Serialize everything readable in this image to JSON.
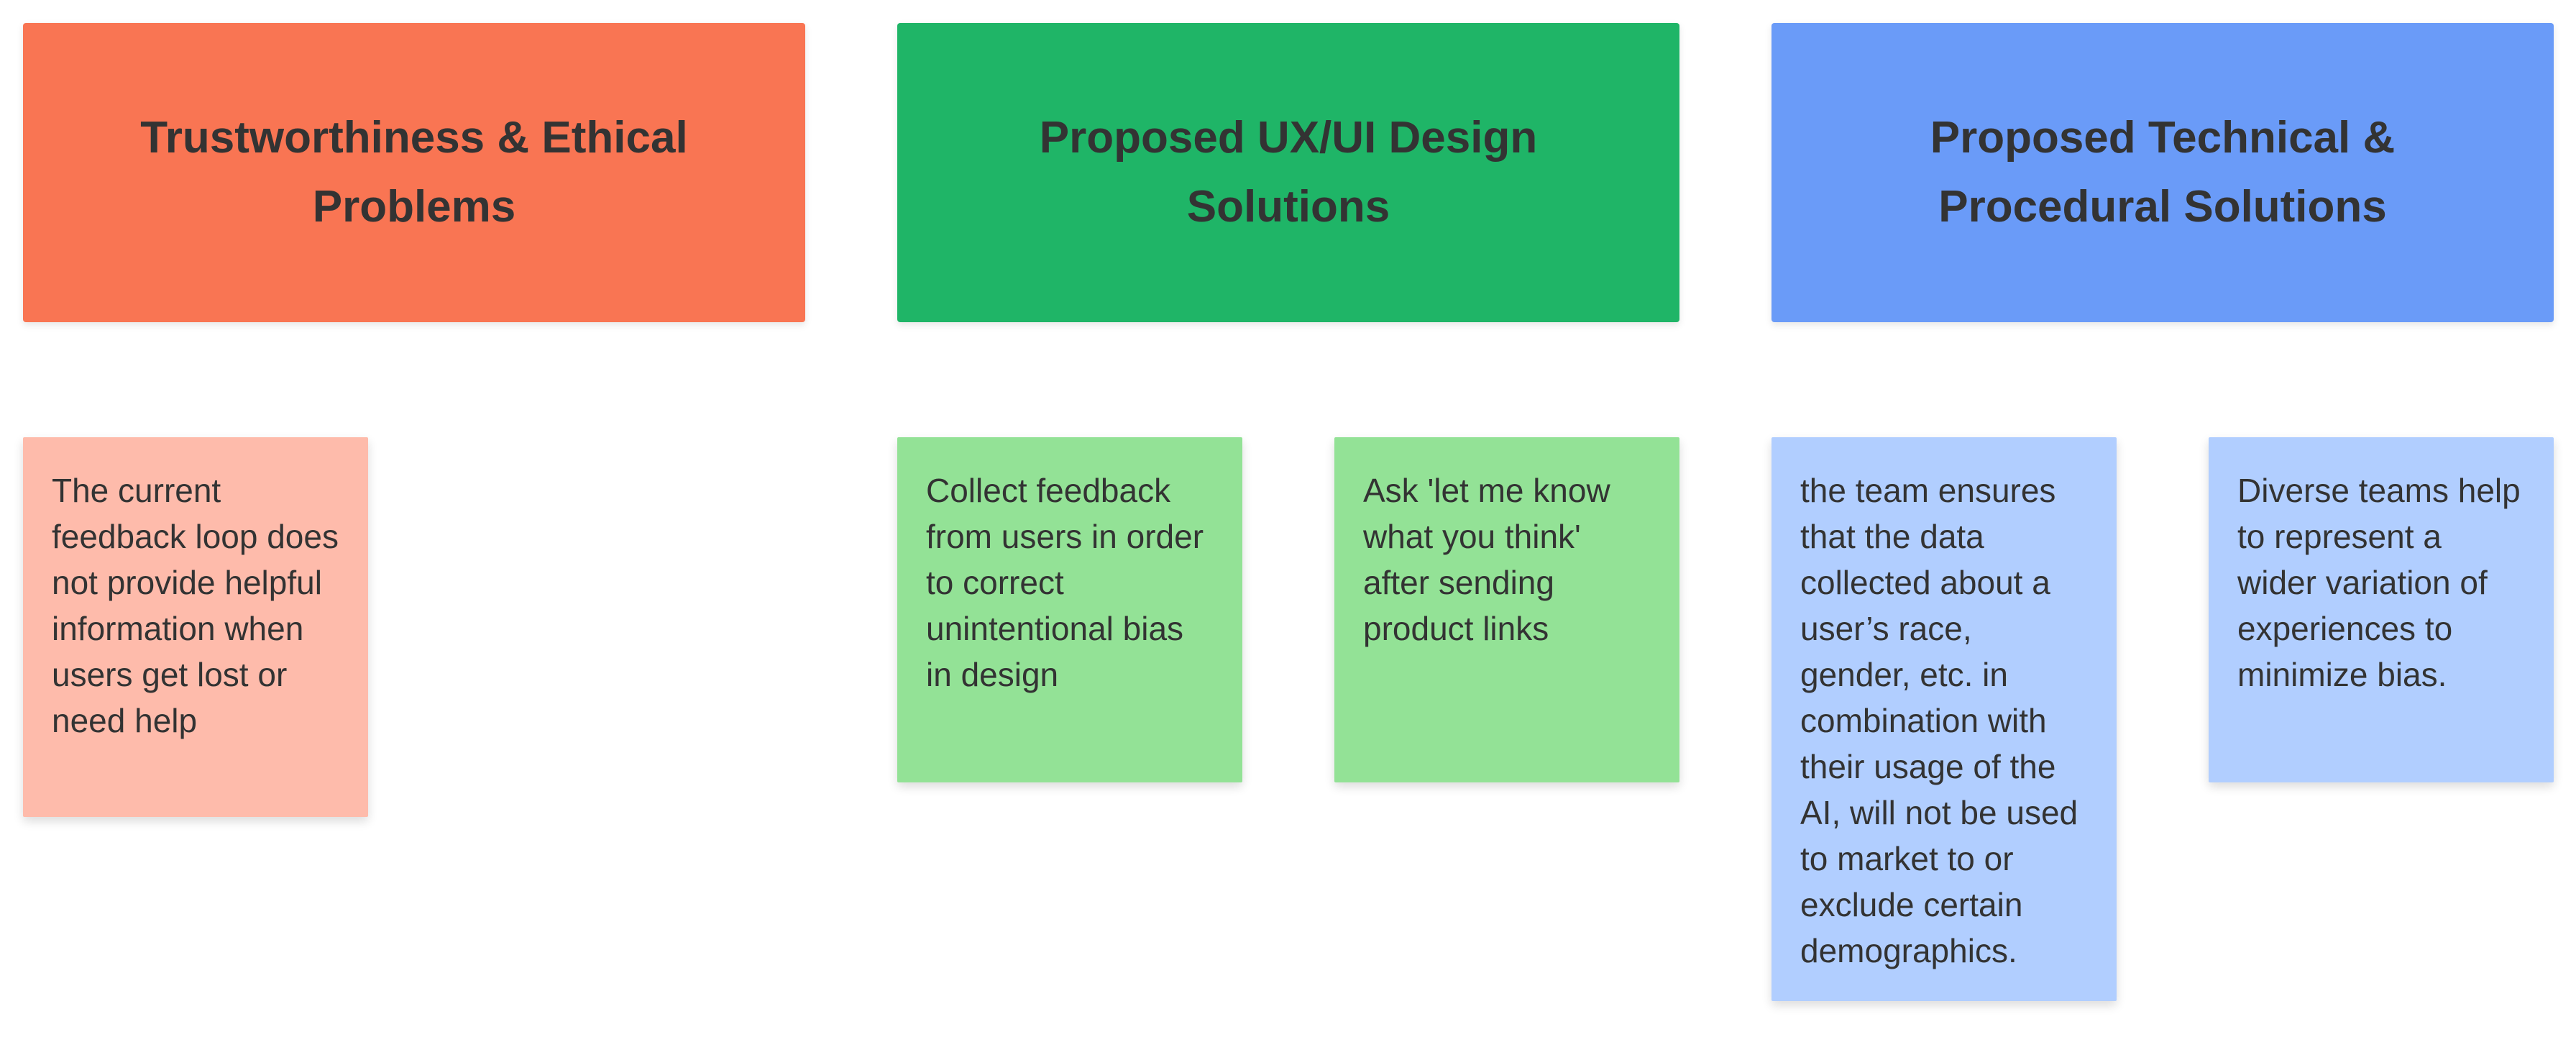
{
  "colors": {
    "problems_header": "#F97553",
    "ux_header": "#1FB567",
    "tech_header": "#6A9BF8",
    "problems_note": "#FEBBAB",
    "ux_note": "#93E296",
    "tech_note": "#B1CEFF",
    "text": "#333333",
    "background": "#FFFFFF"
  },
  "columns": [
    {
      "title": "Trustworthiness & Ethical Problems",
      "notes": [
        "The current feedback loop does not provide helpful information when users get lost or need help"
      ]
    },
    {
      "title": "Proposed UX/UI Design Solutions",
      "notes": [
        "Collect feedback from users in order to correct unintentional bias in design",
        "Ask 'let me know what you think' after sending product links"
      ]
    },
    {
      "title": "Proposed Technical & Procedural Solutions",
      "notes": [
        "the team ensures that the data collected about a user’s race, gender, etc. in combination with their usage of the AI, will not be used to market to or exclude certain demographics.",
        "Diverse teams help to represent a wider variation of experiences to minimize bias."
      ]
    }
  ]
}
